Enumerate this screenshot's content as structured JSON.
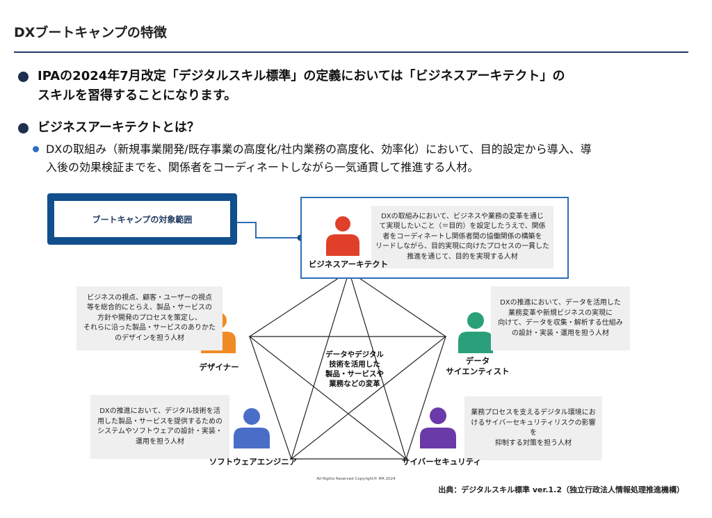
{
  "header": {
    "title": "DXブートキャンプの特徴"
  },
  "bullets": {
    "b1_line1": "IPAの2024年7月改定「デジタルスキル標準」の定義においては「ビジネスアーキテクト」の",
    "b1_line2": "スキルを習得することになります。",
    "b2": "ビジネスアーキテクトとは？",
    "sub_line1": "DXの取組み（新規事業開発/既存事業の高度化/社内業務の高度化、効率化）において、目的設定から導入、導",
    "sub_line2": "入後の効果検証までを、関係者をコーディネートしながら一気通貫して推進する人材。"
  },
  "scope": {
    "label": "ブートキャンプの対象範囲"
  },
  "center": {
    "line1": "データやデジタル",
    "line2": "技術を活用した",
    "line3": "製品・サービスや",
    "line4": "業務などの変革"
  },
  "roles": {
    "architect": {
      "name": "ビジネスアーキテクト",
      "color": "#e0402a",
      "desc": [
        "DXの取組みにおいて、ビジネスや業務の変革を通じ",
        "て実現したいこと（＝目的）を設定したうえで、関係",
        "者をコーディネートし関係者間の協働関係の構築を",
        "リードしながら、目的実現に向けたプロセスの一貫した",
        "推進を通じて、目的を実現する人材"
      ]
    },
    "designer": {
      "name": "デザイナー",
      "color": "#f08a24",
      "desc": [
        "ビジネスの視点、顧客・ユーザーの視点",
        "等を総合的にとらえ、製品・サービスの",
        "方針や開発のプロセスを策定し、",
        "それらに沿った製品・サービスのありかた",
        "のデザインを担う人材"
      ]
    },
    "data_scientist": {
      "name_line1": "データ",
      "name_line2": "サイエンティスト",
      "color": "#2aa07a",
      "desc": [
        "DXの推進において、データを活用した",
        "業務変革や新規ビジネスの実現に",
        "向けて、データを収集・解析する仕組み",
        "の設計・実装・運用を担う人材"
      ]
    },
    "engineer": {
      "name": "ソフトウェアエンジニア",
      "color": "#4a6ec8",
      "desc": [
        "DXの推進において、デジタル技術を活",
        "用した製品・サービスを提供するための",
        "システムやソフトウェアの設計・実装・",
        "運用を担う人材"
      ]
    },
    "security": {
      "name": "サイバーセキュリティ",
      "color": "#6a3aa8",
      "desc": [
        "業務プロセスを支えるデジタル環境にお",
        "けるサイバーセキュリティリスクの影響を",
        "抑制する対策を担う人材"
      ]
    }
  },
  "footer": {
    "copyright": "All Rights Reserved Copyright© IPA 2024",
    "source": "出典：デジタルスキル標準 ver.1.2（独立行政法人情報処理推進機構）"
  }
}
